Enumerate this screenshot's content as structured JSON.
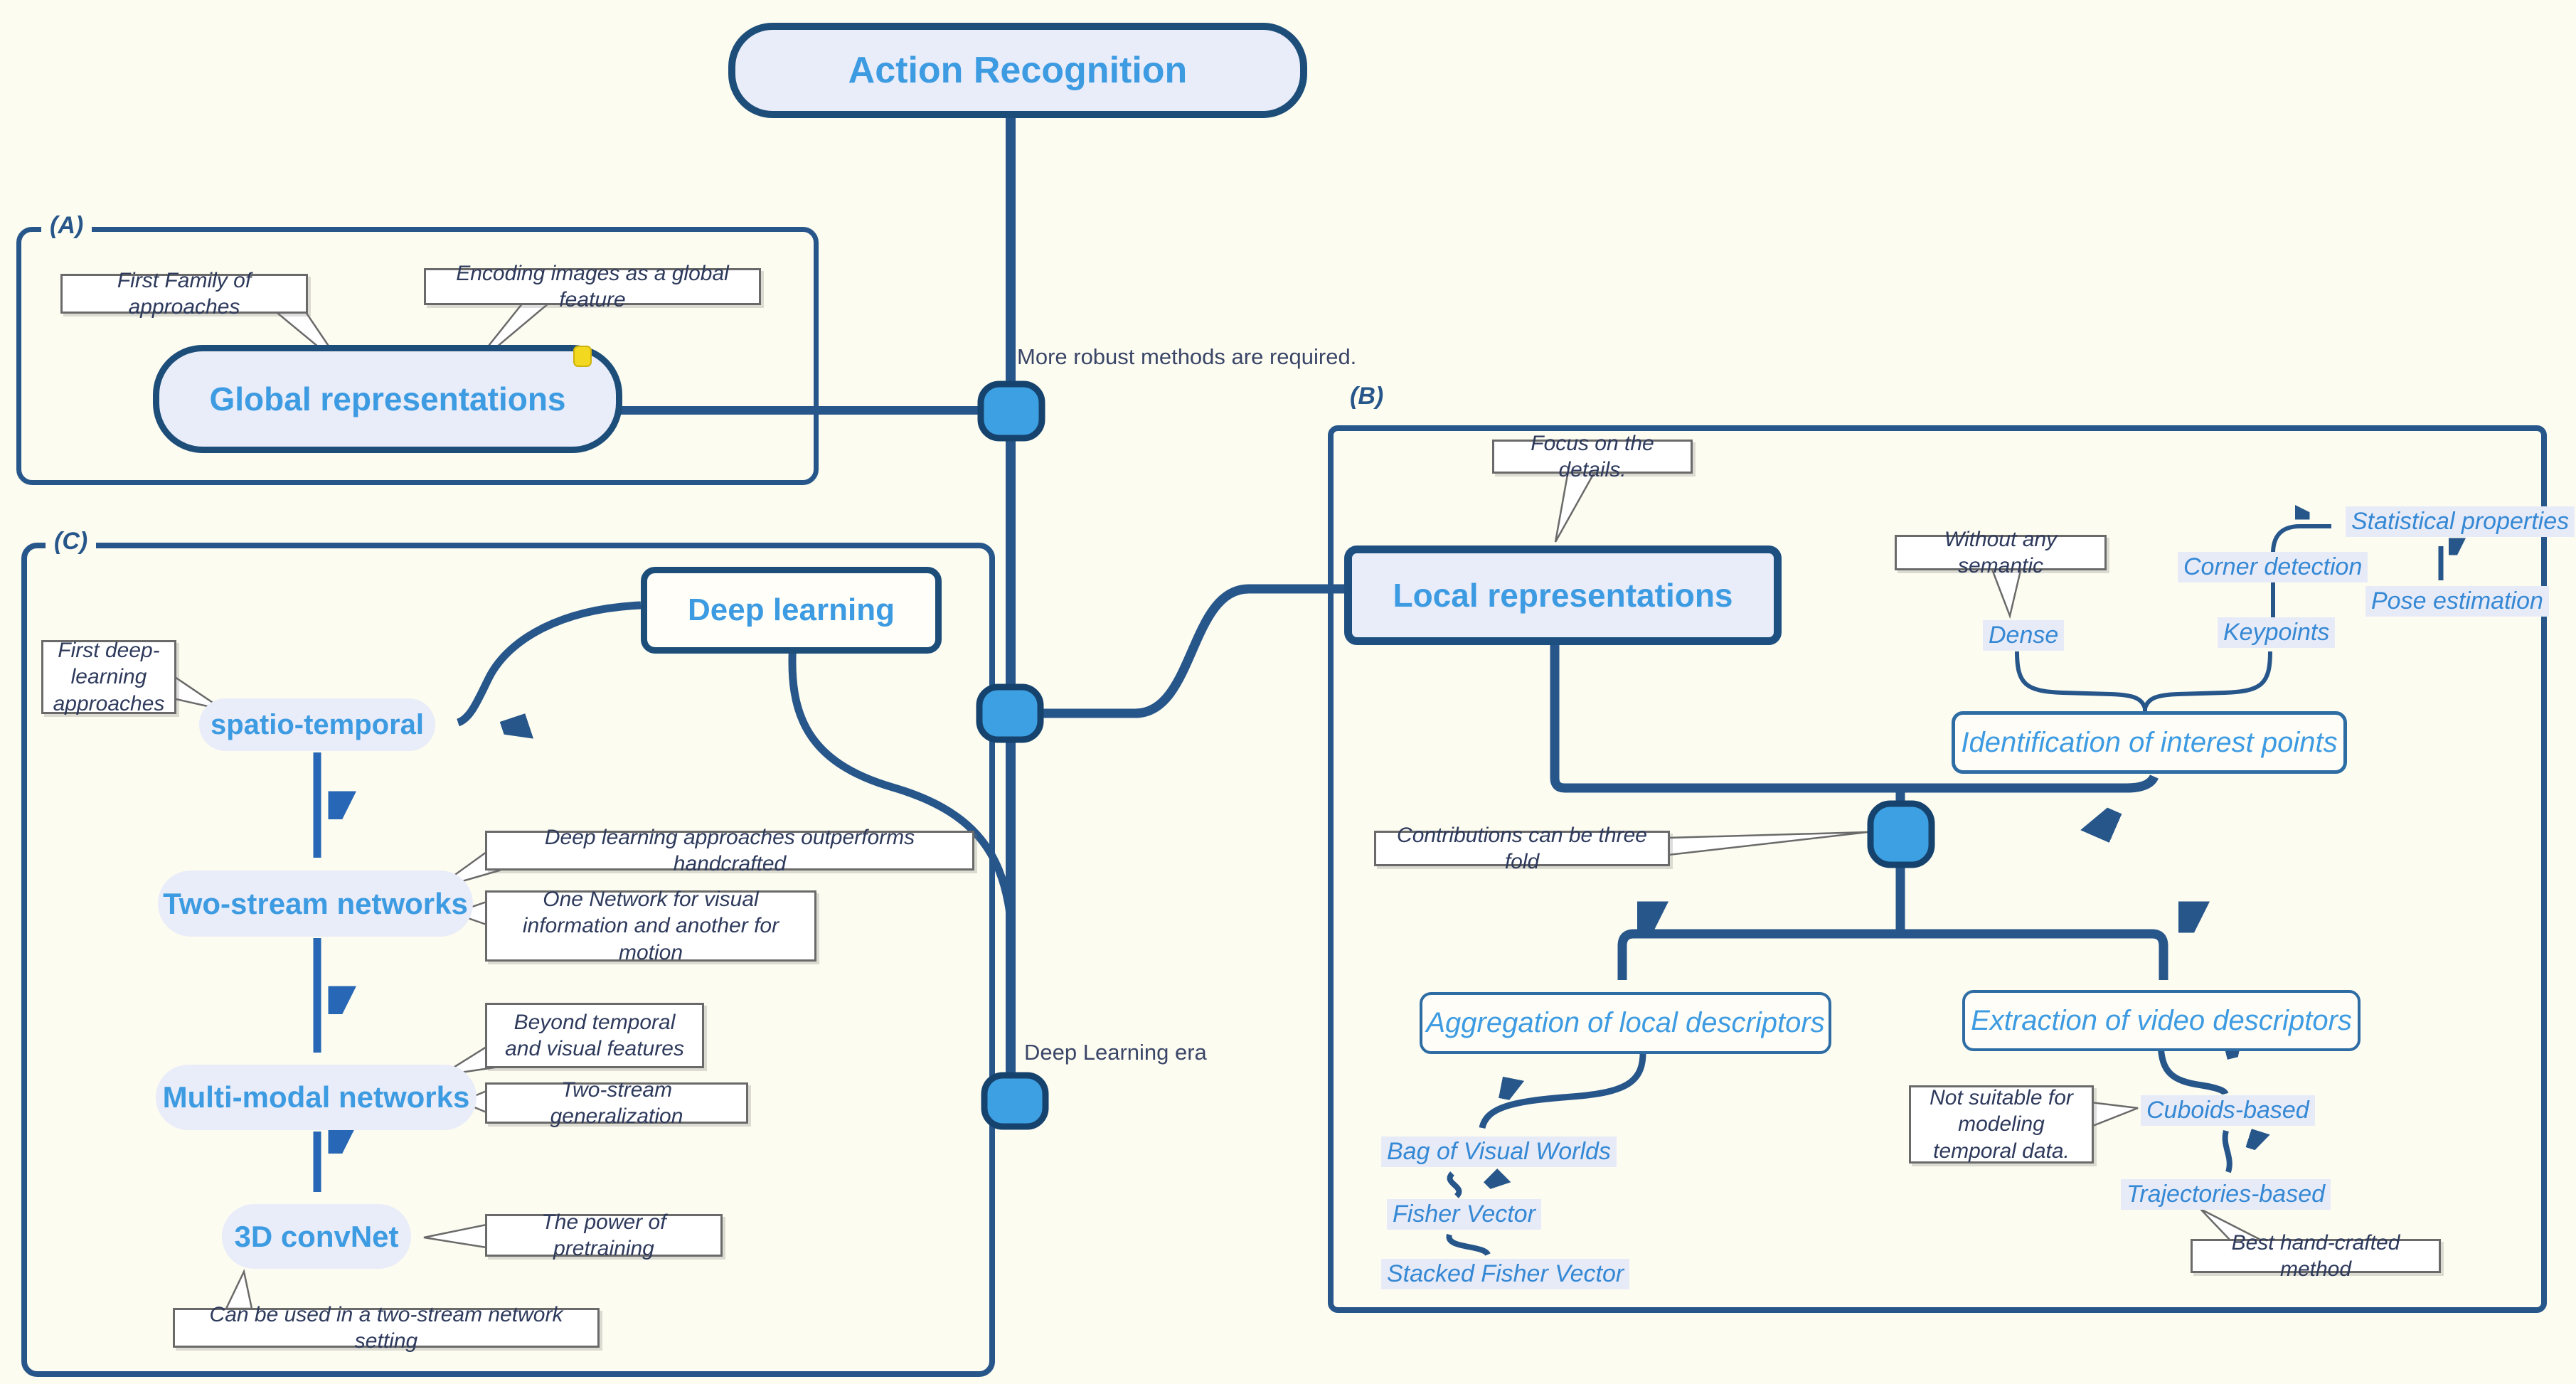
{
  "title": "Action Recognition",
  "notes": {
    "more_robust": "More robust methods are required.",
    "deep_learning_era": "Deep Learning era"
  },
  "sectionA": {
    "tag": "(A)",
    "node": "Global representations",
    "callout_first_family": "First Family of approaches",
    "callout_encoding": "Encoding images as a global feature"
  },
  "sectionB": {
    "tag": "(B)",
    "node": "Local representations",
    "callout_focus": "Focus on the details.",
    "callout_without_semantic": "Without any semantic",
    "callout_contributions": "Contributions can be three fold",
    "callout_not_suitable": "Not suitable for modeling temporal data.",
    "callout_best_handcrafted": "Best hand-crafted method",
    "label_dense": "Dense",
    "label_keypoints": "Keypoints",
    "label_corner_detection": "Corner detection",
    "label_statistical": "Statistical properties",
    "label_pose": "Pose estimation",
    "node_identification": "Identification of interest points",
    "node_aggregation": "Aggregation of local descriptors",
    "node_extraction": "Extraction of video descriptors",
    "label_bag_of_visual_worlds": "Bag of Visual Worlds",
    "label_fisher_vector": "Fisher Vector",
    "label_stacked_fisher_vector": "Stacked Fisher Vector",
    "label_cuboids": "Cuboids-based",
    "label_trajectories": "Trajectories-based"
  },
  "sectionC": {
    "tag": "(C)",
    "node_deep_learning": "Deep learning",
    "node_spatio_temporal": "spatio-temporal",
    "node_two_stream": "Two-stream networks",
    "node_multi_modal": "Multi-modal networks",
    "node_3d_convnet": "3D convNet",
    "callout_first_dl": "First deep-learning approaches",
    "callout_outperforms": "Deep learning approaches outperforms handcrafted",
    "callout_one_network": "One Network for visual information and another for motion",
    "callout_beyond": "Beyond temporal and visual features",
    "callout_two_stream_gen": "Two-stream generalization",
    "callout_pretraining": "The power of pretraining",
    "callout_two_stream_setting": "Can be used in a  two-stream network setting"
  },
  "colors": {
    "line_navy": "#27568a",
    "node_fill": "#3da0e2",
    "node_stroke": "#16436e",
    "text_blue": "#3d9be2",
    "label_blue": "#3588d4",
    "pill_bg": "#e9ecf9",
    "callout_text": "#2e3a5c",
    "page_bg": "#fdfcf1",
    "marker_yellow": "#f2d91f"
  }
}
